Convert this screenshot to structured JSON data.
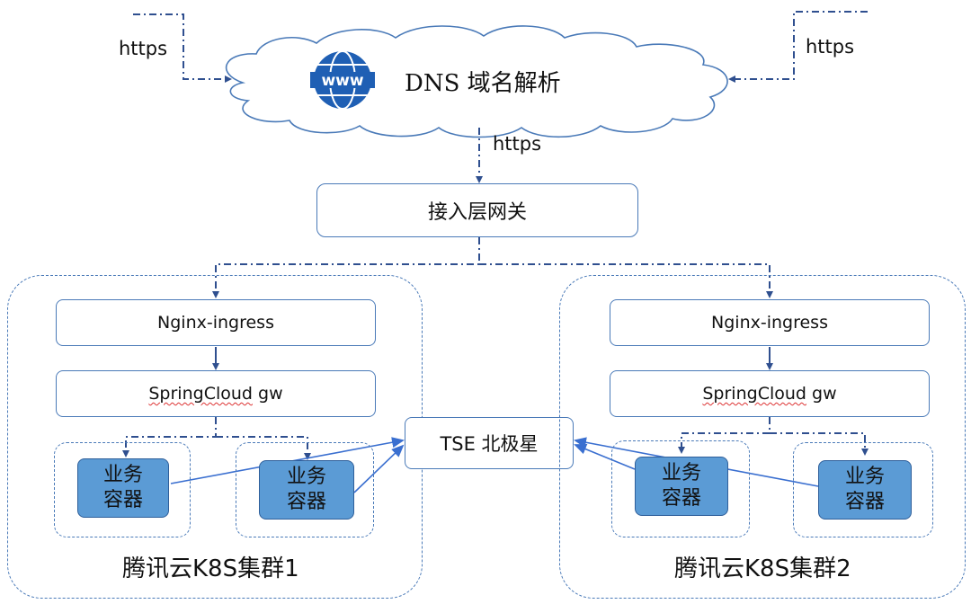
{
  "dns": {
    "label": "DNS 域名解析",
    "globe_text": "www"
  },
  "protocols": {
    "left": "https",
    "right": "https",
    "down": "https"
  },
  "gateway": {
    "label": "接入层网关"
  },
  "tse": {
    "label": "TSE 北极星"
  },
  "clusters": [
    {
      "name": "腾讯云K8S集群1",
      "ingress": "Nginx-ingress",
      "gw_prefix": "SpringCloud",
      "gw_suffix": " gw",
      "services": [
        {
          "label": "业务容器"
        },
        {
          "label": "业务容器"
        }
      ]
    },
    {
      "name": "腾讯云K8S集群2",
      "ingress": "Nginx-ingress",
      "gw_prefix": "SpringCloud",
      "gw_suffix": " gw",
      "services": [
        {
          "label": "业务容器"
        },
        {
          "label": "业务容器"
        }
      ]
    }
  ],
  "colors": {
    "line": "#2f4f8f",
    "border": "#4a7ab8",
    "service_fill": "#5b9bd5",
    "globe": "#1f5fb4"
  }
}
